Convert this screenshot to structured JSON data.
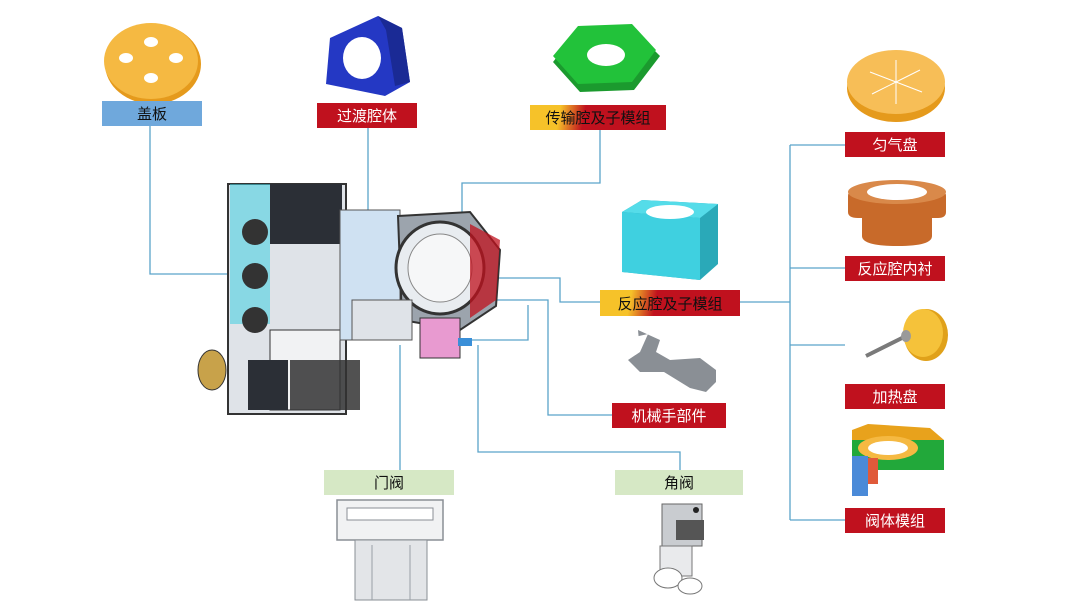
{
  "labels": {
    "cover_plate": "盖板",
    "transition_chamber": "过渡腔体",
    "transfer_chamber_module": "传输腔及子模组",
    "gas_distribution_plate": "匀气盘",
    "reaction_chamber_liner": "反应腔内衬",
    "reaction_chamber_module": "反应腔及子模组",
    "robot_parts": "机械手部件",
    "heating_plate": "加热盘",
    "valve_module": "阀体模组",
    "gate_valve": "门阀",
    "angle_valve": "角阀"
  },
  "colors": {
    "label_blue": "#6fa8dc",
    "label_red": "#c0111e",
    "label_yellow": "#f6c229",
    "label_green": "#d6e8c5",
    "connector_line": "#5aa3c9",
    "part_orange": "#f5b942",
    "part_blue": "#2438c4",
    "part_green": "#22c23a",
    "part_cyan": "#3fd0e0",
    "part_gray": "#8a8f95",
    "part_brown": "#c86a2a"
  },
  "icons": {
    "cover": "cover-plate-icon",
    "transition": "transition-chamber-icon",
    "transfer": "transfer-chamber-icon",
    "gas_plate": "gas-plate-icon",
    "liner": "chamber-liner-icon",
    "reaction": "reaction-chamber-icon",
    "robot": "robot-arm-icon",
    "heater": "heating-plate-icon",
    "valve_module": "valve-module-icon",
    "gate_valve": "gate-valve-icon",
    "angle_valve": "angle-valve-icon",
    "machine": "equipment-assembly-icon"
  }
}
